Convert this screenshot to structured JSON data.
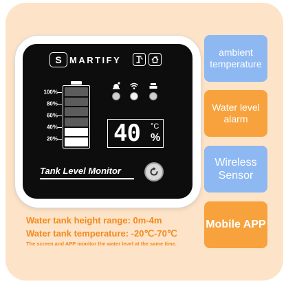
{
  "brand": {
    "logo_letter": "S",
    "logo_text": "MARTIFY",
    "app_icons": [
      "tuya-app-icon",
      "smart-home-app-icon"
    ]
  },
  "device": {
    "level_scale": [
      {
        "label": "100%",
        "value": 100
      },
      {
        "label": "80%",
        "value": 80
      },
      {
        "label": "60%",
        "value": 60
      },
      {
        "label": "40%",
        "value": 40
      },
      {
        "label": "20%",
        "value": 20
      }
    ],
    "battery_segments_total": 6,
    "battery_segments_filled": 2,
    "status_icons": [
      "alarm-bell-icon",
      "wifi-icon",
      "buzzer-icon"
    ],
    "display_value": "40",
    "display_unit_temp": "°C",
    "display_unit_percent": "%",
    "title": "Tank Level Monitor",
    "refresh_icon": "refresh-icon"
  },
  "specs": {
    "height_range": "Water tank height range: 0m-4m",
    "temperature": "Water tank temperature: -20℃-70℃",
    "note": "The screen and APP monitor the water level at the same time."
  },
  "features": [
    {
      "label": "ambient temperature",
      "color": "#8db8f2"
    },
    {
      "label": "Water level alarm",
      "color": "#f7a23c"
    },
    {
      "label": "Wireless Sensor",
      "color": "#8db8f2"
    },
    {
      "label": "Mobile APP",
      "color": "#f7a23c"
    }
  ],
  "colors": {
    "accent_orange": "#f28a1e",
    "panel_bg": "#fde3c7",
    "screen_bg": "#0d0d0d",
    "segment_filled": "#ffffff",
    "segment_empty": "#5c5c5c"
  }
}
